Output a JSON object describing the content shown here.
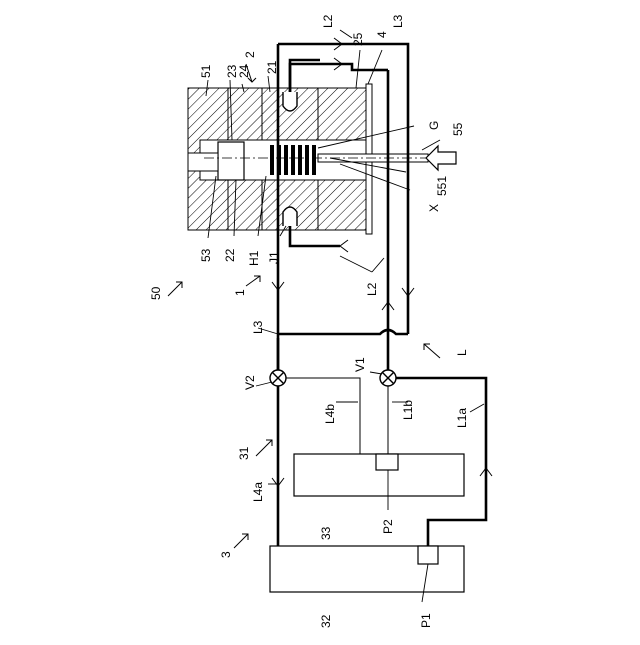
{
  "labels": {
    "l50": "50",
    "l1": "1",
    "l2": "2",
    "l3": "3",
    "l21": "21",
    "l22": "22",
    "l23": "23",
    "l24": "24",
    "l25": "25",
    "l4": "4",
    "l51": "51",
    "l53": "53",
    "l55": "55",
    "l551": "551",
    "lX": "X",
    "lG": "G",
    "lH1": "H1",
    "lJ1": "J1",
    "lL": "L",
    "lL2top": "L2",
    "lL3top": "L3",
    "lL2mid": "L2",
    "lL3mid": "L3",
    "lV1": "V1",
    "lV2": "V2",
    "lL4b": "L4b",
    "lL1b": "L1b",
    "lL1a": "L1a",
    "l31": "31",
    "lL4a": "L4a",
    "l33": "33",
    "lP2": "P2",
    "l32": "32",
    "lP1": "P1"
  }
}
